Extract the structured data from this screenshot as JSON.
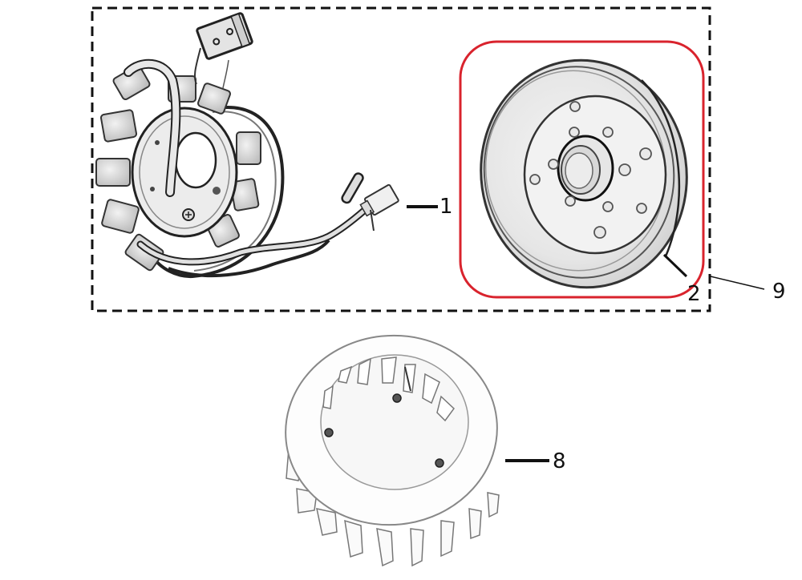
{
  "diagram": {
    "type": "exploded-parts-diagram",
    "subject": "magneto / flywheel assembly",
    "group_box": {
      "style": "dashed",
      "color": "#111111",
      "label_ref": "9"
    },
    "highlight_box": {
      "style": "rounded",
      "color": "#d9232d",
      "contains_part_ref": "2"
    },
    "parts": [
      {
        "ref": "1",
        "label": "1",
        "description": "stator coil with wiring harness and connectors",
        "in_group": true
      },
      {
        "ref": "2",
        "label": "2",
        "description": "flywheel rotor",
        "in_group": true,
        "highlighted": true
      },
      {
        "ref": "8",
        "label": "8",
        "description": "cooling fan",
        "in_group": false
      },
      {
        "ref": "9",
        "label": "9",
        "description": "magneto assembly (group of parts 1 and 2)",
        "in_group": false
      }
    ]
  },
  "callouts": {
    "stator": "1",
    "flywheel": "2",
    "fan": "8",
    "assembly": "9"
  }
}
